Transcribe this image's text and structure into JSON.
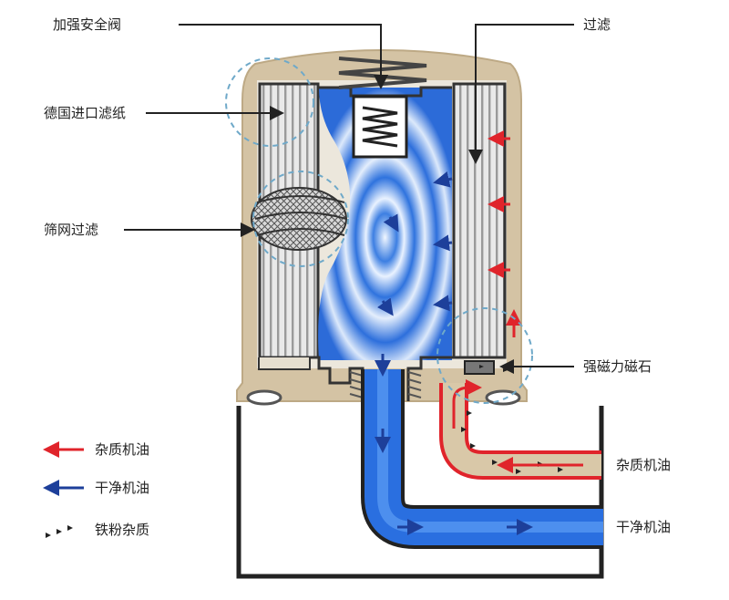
{
  "labels": {
    "safety_valve": "加强安全阀",
    "filter_paper": "德国进口滤纸",
    "mesh_filter": "筛网过滤",
    "filtering": "过滤",
    "magnet": "强磁力磁石",
    "dirty_oil_in": "杂质机油",
    "clean_oil_out": "干净机油"
  },
  "legend": [
    {
      "name": "dirty-oil",
      "label": "杂质机油",
      "color": "#e0242b"
    },
    {
      "name": "clean-oil",
      "label": "干净机油",
      "color": "#1d3f9a"
    },
    {
      "name": "iron-particles",
      "label": "铁粉杂质",
      "color": "#222222"
    }
  ],
  "colors": {
    "housing": "#d4c3a4",
    "clean_oil": "#2a6fe0",
    "dirty_oil": "#e0242b",
    "arrow_clean": "#1d3f9a",
    "outline": "#222222",
    "guide_circle": "#6fa9c9"
  }
}
